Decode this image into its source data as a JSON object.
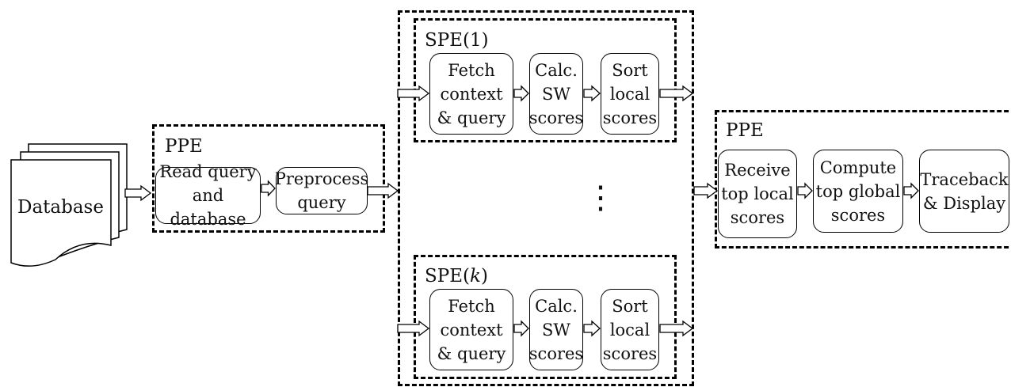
{
  "database": {
    "label": "Database"
  },
  "ppe_left": {
    "title": "PPE",
    "boxes": [
      "Read query\nand database",
      "Preprocess\nquery"
    ]
  },
  "spe_blocks": [
    {
      "title_prefix": "SPE(",
      "title_index": "1",
      "title_suffix": ")",
      "boxes": [
        "Fetch\ncontext\n& query",
        "Calc.\nSW\nscores",
        "Sort\nlocal\nscores"
      ]
    },
    {
      "title_prefix": "SPE(",
      "title_index": "k",
      "title_suffix": ")",
      "boxes": [
        "Fetch\ncontext\n& query",
        "Calc.\nSW\nscores",
        "Sort\nlocal\nscores"
      ]
    }
  ],
  "ellipsis": "⋮",
  "ppe_right": {
    "title": "PPE",
    "boxes": [
      "Receive\ntop local\nscores",
      "Compute\ntop global\nscores",
      "Traceback\n& Display"
    ]
  }
}
